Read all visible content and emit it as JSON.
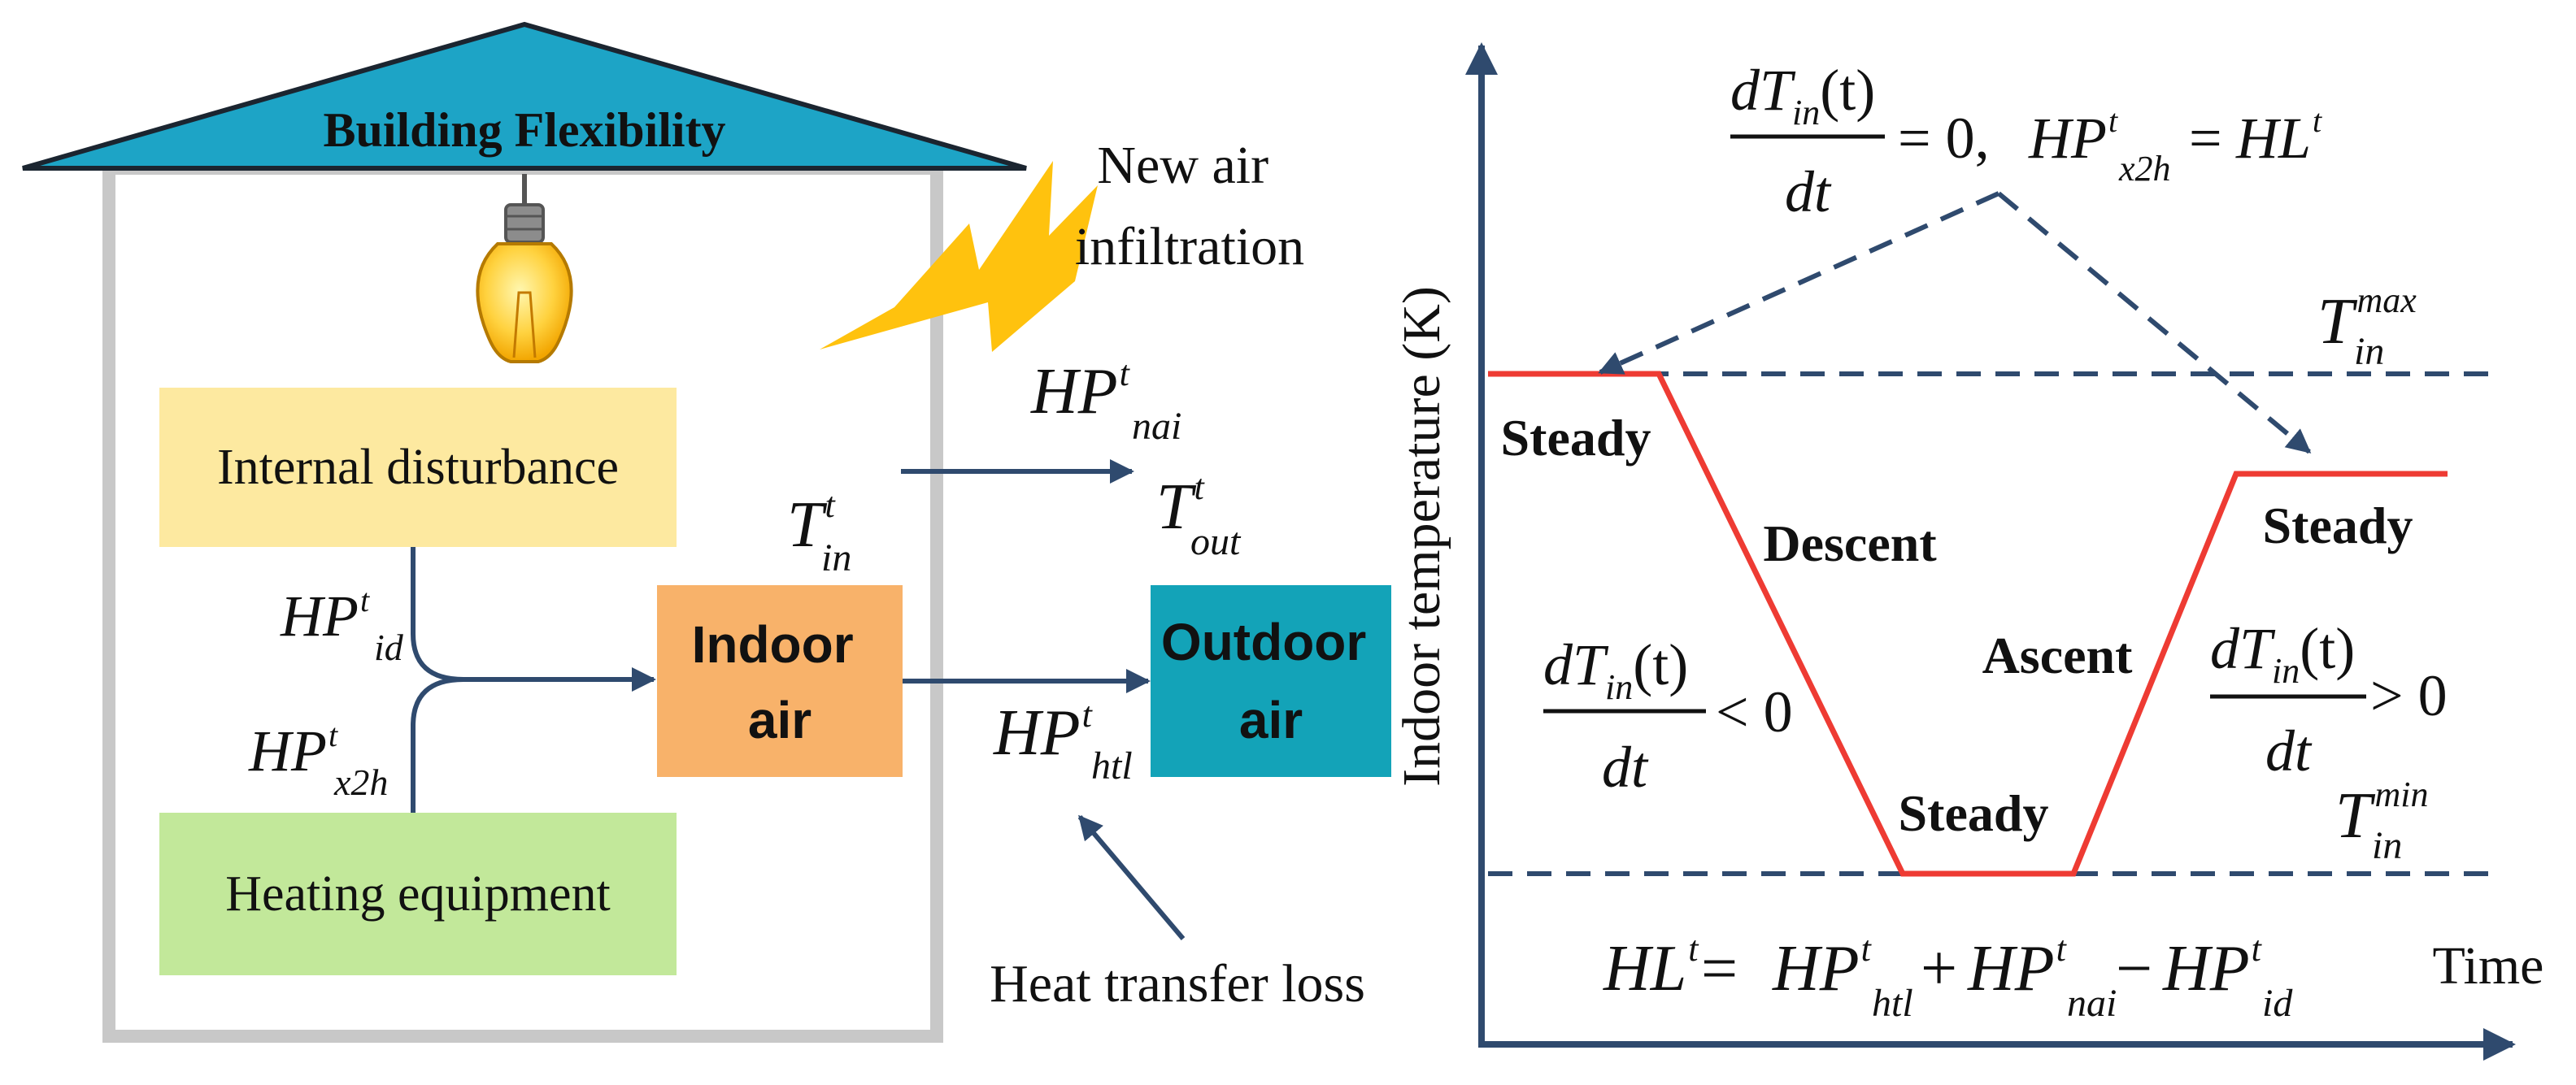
{
  "building": {
    "title": "Building Flexibility",
    "internal_disturbance": "Internal disturbance",
    "heating_equipment": "Heating equipment",
    "indoor_air_line1": "Indoor",
    "indoor_air_line2": "air",
    "outdoor_air_line1": "Outdoor",
    "outdoor_air_line2": "air",
    "new_air_line1": "New air",
    "new_air_line2": "infiltration",
    "heat_transfer_loss": "Heat transfer loss"
  },
  "symbols": {
    "HP": "HP",
    "T": "T",
    "HL": "HL",
    "t": "t",
    "id": "id",
    "x2h": "x2h",
    "nai": "nai",
    "htl": "htl",
    "in": "in",
    "out": "out",
    "max": "max",
    "min": "min"
  },
  "chart": {
    "y_axis_label": "Indoor temperature (K)",
    "x_axis_label": "Time",
    "phases": {
      "steady_upper_left": "Steady",
      "descent": "Descent",
      "steady_lower": "Steady",
      "ascent": "Ascent",
      "steady_upper_right": "Steady"
    },
    "equations": {
      "dT": "dT",
      "paren_t": "(t)",
      "dt": "dt",
      "eq_zero": "= 0,",
      "lt_zero": "< 0",
      "gt_zero": "> 0",
      "equals": "=",
      "plus": "+",
      "minus": "−"
    }
  },
  "colors": {
    "roof": "#1da4c6",
    "wall": "#c8c8c8",
    "internal_box": "#fde9a0",
    "heating_box": "#c2e89a",
    "indoor_box": "#f8b26a",
    "outdoor_box": "#13a3b8",
    "arrow": "#2f4a6e",
    "curve": "#ee3b33",
    "lightning": "#ffc20e"
  }
}
